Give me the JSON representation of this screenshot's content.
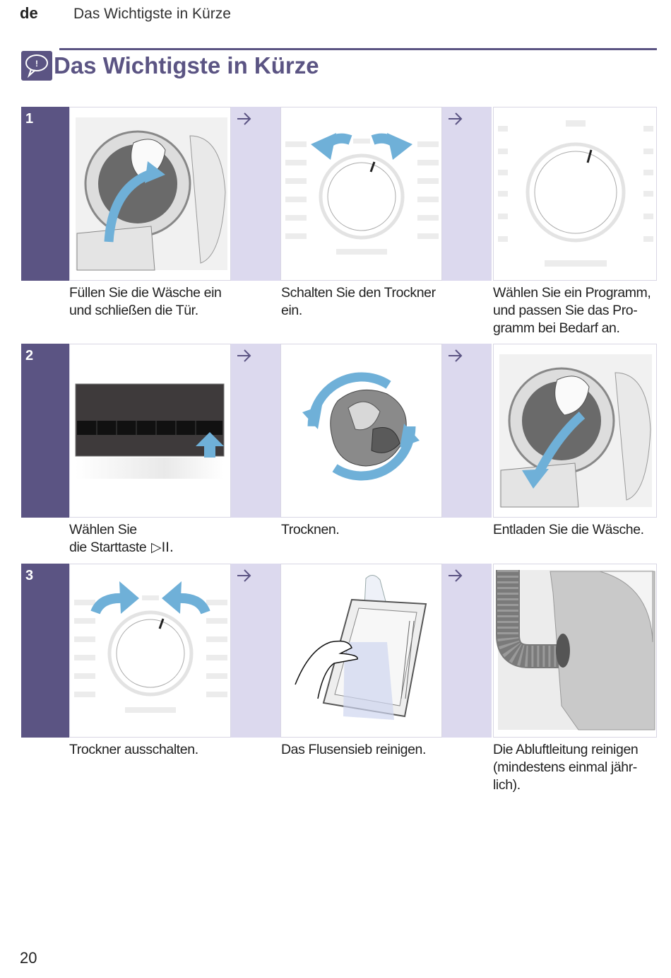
{
  "header": {
    "lang": "de",
    "title": "Das Wichtigste in Kürze"
  },
  "main_title": "Das Wichtigste in Kürze",
  "rows": [
    {
      "number": "1",
      "captions": [
        "Füllen Sie die Wäsche ein\nund schließen die Tür.",
        "Schalten Sie den Trockner\nein.",
        "Wählen Sie ein Programm,\nund passen Sie das Pro-\ngramm bei Bedarf an."
      ]
    },
    {
      "number": "2",
      "captions": [
        "Wählen Sie\ndie Starttaste",
        "Trocknen.",
        "Entladen Sie die Wäsche."
      ],
      "start_symbol": "▷II",
      "start_suffix": "."
    },
    {
      "number": "3",
      "captions": [
        "Trockner ausschalten.",
        "Das Flusensieb reinigen.",
        "Die Abluftleitung reinigen\n(mindestens einmal jähr-\nlich)."
      ]
    }
  ],
  "page_number": "20",
  "colors": {
    "accent": "#5b5483",
    "arrow_band": "#dcd9ee",
    "illustration_blue": "#6fb0d8"
  },
  "icons": [
    "info-speech-icon",
    "step-arrow-icon"
  ]
}
